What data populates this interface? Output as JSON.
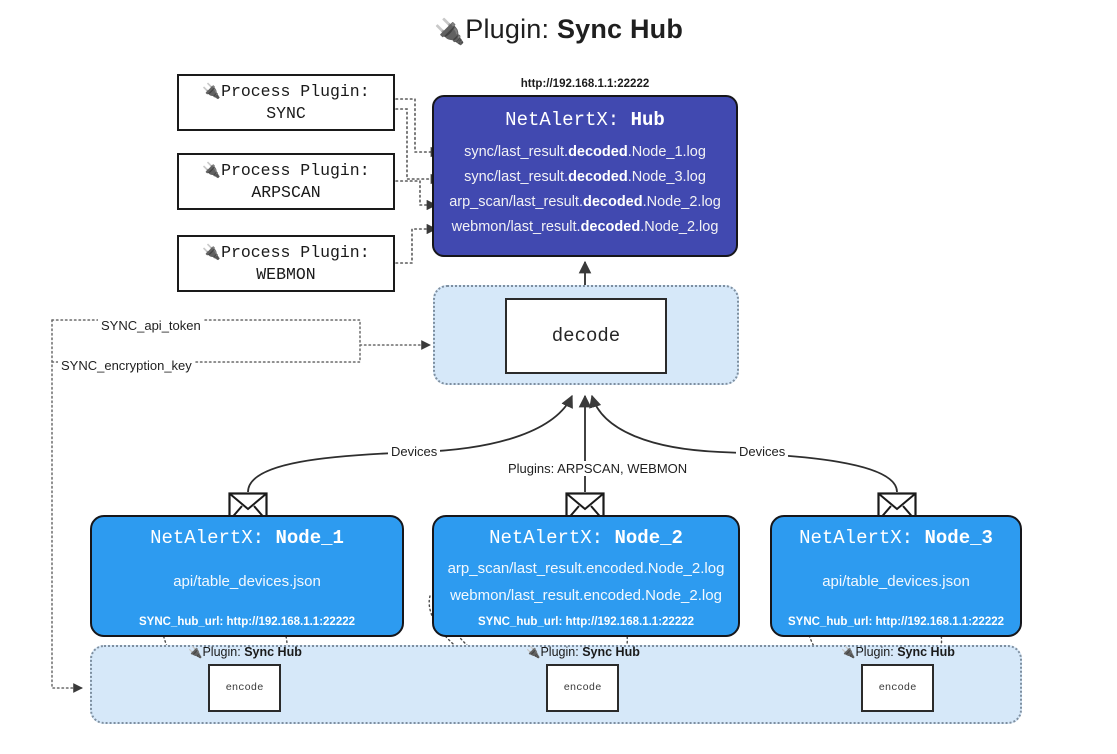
{
  "title": {
    "icon": "plug-icon",
    "prefix": "Plugin:",
    "name": "Sync Hub",
    "glyph": "🔌"
  },
  "process_plugins": [
    {
      "line1": "Process Plugin:",
      "line2": "SYNC",
      "icon": "plug-icon"
    },
    {
      "line1": "Process Plugin:",
      "line2": "ARPSCAN",
      "icon": "plug-icon"
    },
    {
      "line1": "Process Plugin:",
      "line2": "WEBMON",
      "icon": "plug-icon"
    }
  ],
  "hub": {
    "url": "http://192.168.1.1:22222",
    "title_prefix": "NetAlertX:",
    "title_name": "Hub",
    "logs": [
      {
        "pre": "sync/last_result.",
        "bold": "decoded",
        "post": ".Node_1.log"
      },
      {
        "pre": "sync/last_result.",
        "bold": "decoded",
        "post": ".Node_3.log"
      },
      {
        "pre": "arp_scan/last_result.",
        "bold": "decoded",
        "post": ".Node_2.log"
      },
      {
        "pre": "webmon/last_result.",
        "bold": "decoded",
        "post": ".Node_2.log"
      }
    ]
  },
  "decode": {
    "label": "decode"
  },
  "encode": {
    "label": "encode"
  },
  "plugin_tag": {
    "prefix": "Plugin:",
    "name": "Sync Hub",
    "icon": "plug-icon",
    "glyph": "🔌"
  },
  "edge_labels": {
    "devices_left": "Devices",
    "devices_right": "Devices",
    "plugins_mid": "Plugins: ARPSCAN, WEBMON",
    "api_token": "SYNC_api_token",
    "encryption_key": "SYNC_encryption_key"
  },
  "nodes": [
    {
      "title_prefix": "NetAlertX:",
      "title_name": "Node_1",
      "lines": [
        {
          "pre": "api/table_devices.json",
          "bold": "",
          "post": ""
        }
      ],
      "foot": "SYNC_hub_url: http://192.168.1.1:22222",
      "icon": "envelope-icon"
    },
    {
      "title_prefix": "NetAlertX:",
      "title_name": "Node_2",
      "lines": [
        {
          "pre": "arp_scan/last_result.encoded.Node_2.log",
          "bold": "",
          "post": ""
        },
        {
          "pre": "webmon/last_result.encoded.Node_2.log",
          "bold": "",
          "post": ""
        }
      ],
      "foot": "SYNC_hub_url: http://192.168.1.1:22222",
      "icon": "envelope-icon"
    },
    {
      "title_prefix": "NetAlertX:",
      "title_name": "Node_3",
      "lines": [
        {
          "pre": "api/table_devices.json",
          "bold": "",
          "post": ""
        }
      ],
      "foot": "SYNC_hub_url: http://192.168.1.1:22222",
      "icon": "envelope-icon"
    }
  ],
  "colors": {
    "hub_fill": "#4149b0",
    "node_fill": "#2d9bf0",
    "container_fill": "#d6e8f9",
    "stroke": "#16161a",
    "dotted_stroke": "#7e8fa0",
    "page_bg": "#ffffff"
  }
}
